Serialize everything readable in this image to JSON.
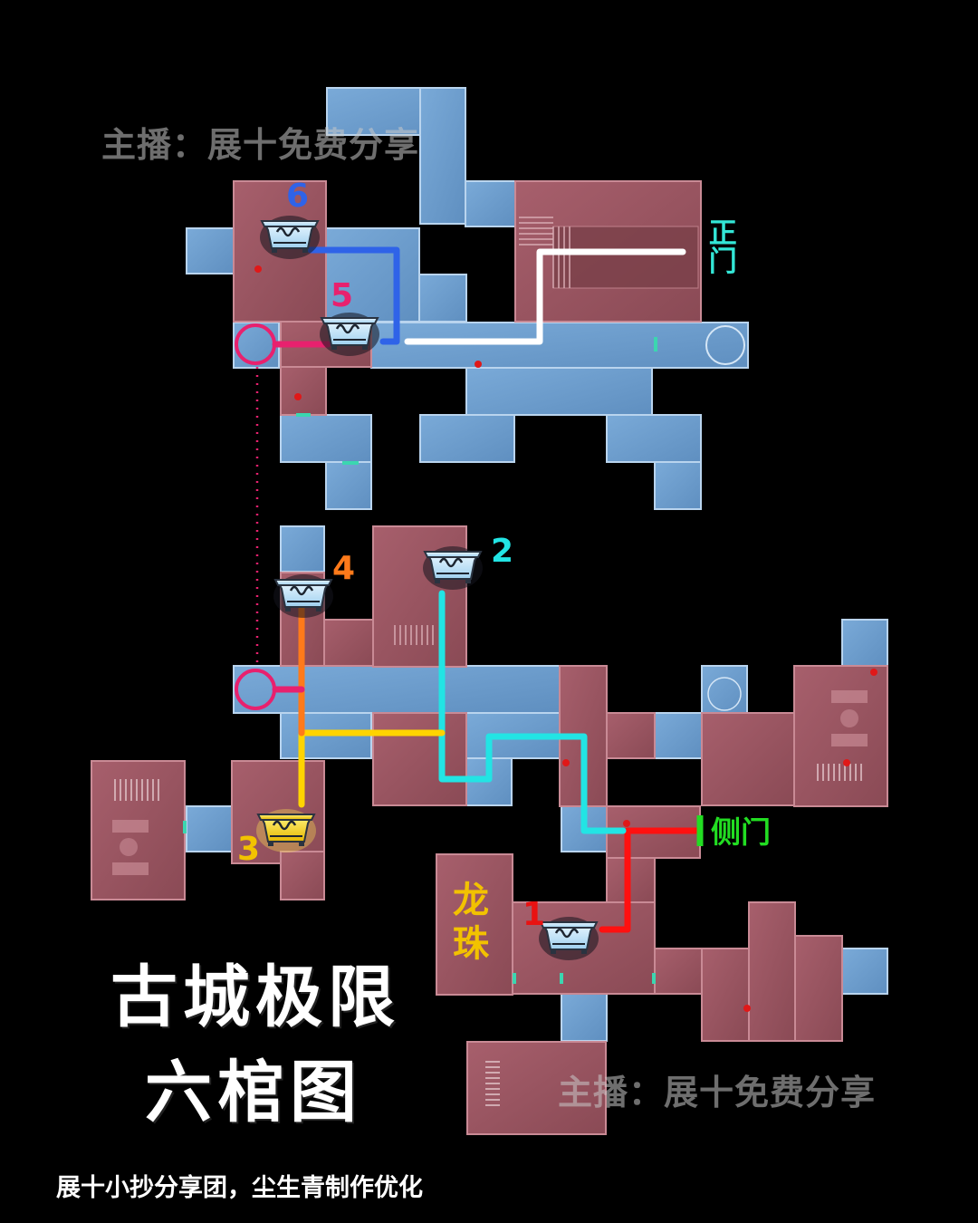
{
  "watermarks": [
    "主播：展十免费分享",
    "主播：展十免费分享"
  ],
  "entrances": {
    "main_gate": {
      "text": "正门",
      "color": "#33e6d6"
    },
    "side_gate": {
      "text": "侧门",
      "color": "#22dd22"
    }
  },
  "dragon_pearl": {
    "text": "龙珠",
    "color": "#f2c200"
  },
  "coffins": [
    {
      "number": "1",
      "color": "#e81212",
      "gold": false
    },
    {
      "number": "2",
      "color": "#22e4e4",
      "gold": false
    },
    {
      "number": "3",
      "color": "#f2c200",
      "gold": true
    },
    {
      "number": "4",
      "color": "#ff7a1a",
      "gold": false
    },
    {
      "number": "5",
      "color": "#e8216e",
      "gold": false
    },
    {
      "number": "6",
      "color": "#2f63e8",
      "gold": false
    }
  ],
  "route_colors": {
    "route_1": "#ff1010",
    "route_2": "#22e4e4",
    "route_3": "#ffd400",
    "route_4": "#ff7a1a",
    "route_5": "#e8216e",
    "route_6": "#2f63e8",
    "entry": "#ffffff"
  },
  "room_colors": {
    "blue": "#6f9fce",
    "red": "#9a5560"
  },
  "title_line1": "古城极限",
  "title_line2": "六棺图",
  "credit": "展十小抄分享团，尘生青制作优化"
}
